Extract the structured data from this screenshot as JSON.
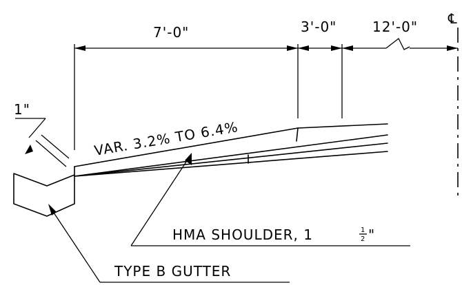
{
  "dimensions": {
    "width_1": "7'-0\"",
    "width_2": "3'-0\"",
    "width_3": "12'-0\"",
    "thickness": "1\""
  },
  "labels": {
    "slope": "VAR. 3.2% TO 6.4%",
    "shoulder": "HMA SHOULDER, 1",
    "shoulder_frac_num": "1",
    "shoulder_frac_den": "2",
    "shoulder_inch": "\"",
    "gutter": "TYPE B GUTTER",
    "centerline_symbol": "℄"
  },
  "colors": {
    "line": "#000000",
    "background": "#ffffff"
  }
}
